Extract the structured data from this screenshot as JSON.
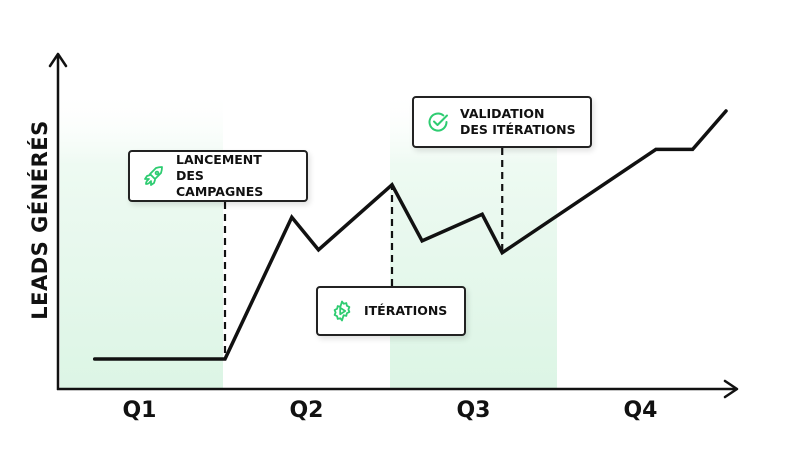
{
  "chart_data": {
    "type": "line",
    "ylabel": "LEADS GÉNÉRÉS",
    "xlabel": "",
    "categories": [
      "Q1",
      "Q2",
      "Q3",
      "Q4"
    ],
    "xlim": [
      0,
      4
    ],
    "ylim": [
      0,
      100
    ],
    "series": [
      {
        "values": [
          {
            "x": 0.22,
            "y": 11
          },
          {
            "x": 1.0,
            "y": 11
          },
          {
            "x": 1.4,
            "y": 59
          },
          {
            "x": 1.56,
            "y": 48
          },
          {
            "x": 2.0,
            "y": 70
          },
          {
            "x": 2.18,
            "y": 51
          },
          {
            "x": 2.54,
            "y": 60
          },
          {
            "x": 2.66,
            "y": 47
          },
          {
            "x": 3.58,
            "y": 82
          },
          {
            "x": 3.8,
            "y": 82
          },
          {
            "x": 4.0,
            "y": 95
          }
        ]
      }
    ],
    "shaded_quarters": [
      "Q1",
      "Q3"
    ],
    "annotations": [
      {
        "text": "LANCEMENT DES\nCAMPAGNES",
        "icon": "rocket-icon",
        "x": 1.0,
        "y": 11
      },
      {
        "text": "ITÉRATIONS",
        "icon": "gear-play-icon",
        "x": 2.0,
        "y": 70
      },
      {
        "text": "VALIDATION\nDES ITÉRATIONS",
        "icon": "check-circle-icon",
        "x": 2.66,
        "y": 47
      }
    ],
    "colors": {
      "line": "#111111",
      "accent": "#2ecc71",
      "shade": "#e3f7ea"
    },
    "grid": false,
    "legend": "none"
  }
}
